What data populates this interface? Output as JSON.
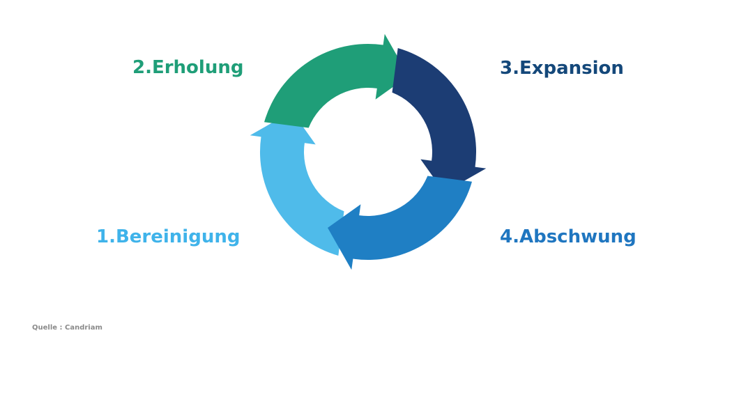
{
  "phases": [
    {
      "label": "1.Bereinigung",
      "color": "#4fbbea"
    },
    {
      "label": "2.Erholung",
      "color": "#1f9e78"
    },
    {
      "label": "3.Expansion",
      "color": "#1c3d74"
    },
    {
      "label": "4.Abschwung",
      "color": "#1f7fc4"
    }
  ],
  "label_colors": [
    "#3fb3ea",
    "#1f9e78",
    "#14487a",
    "#1f76c0"
  ],
  "source": "Quelle : Candriam"
}
